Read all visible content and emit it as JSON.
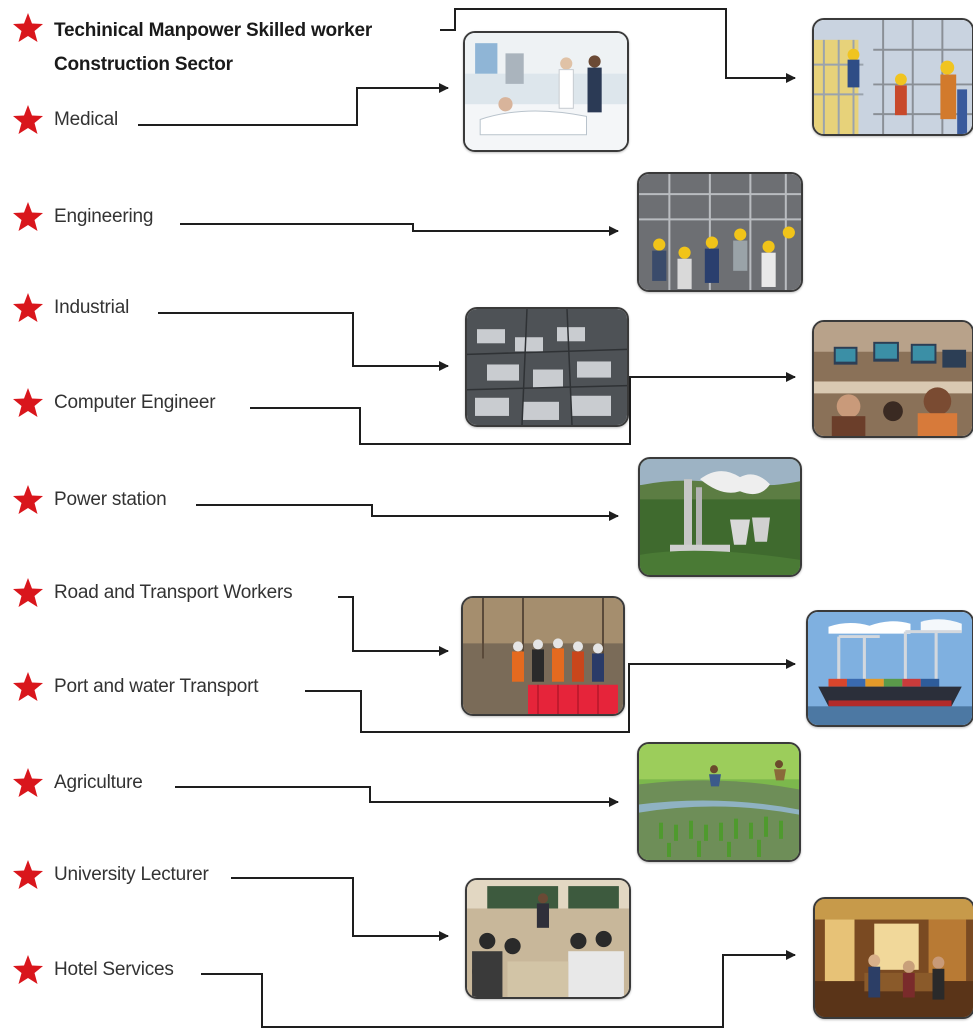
{
  "title": {
    "line1": "Techinical Manpower Skilled worker",
    "line2": "Construction Sector"
  },
  "sectors": [
    {
      "label": "Medical",
      "icon": "hospital-photo"
    },
    {
      "label": "Engineering",
      "icon": "engineering-photo"
    },
    {
      "label": "Industrial",
      "icon": "factory-photo"
    },
    {
      "label": "Computer Engineer",
      "icon": "computer-lab-photo"
    },
    {
      "label": "Power station",
      "icon": "power-plant-photo"
    },
    {
      "label": "Road and Transport Workers",
      "icon": "road-workers-photo"
    },
    {
      "label": "Port and water Transport",
      "icon": "container-port-photo"
    },
    {
      "label": "Agriculture",
      "icon": "rice-field-photo"
    },
    {
      "label": "University Lecturer",
      "icon": "lecture-hall-photo"
    },
    {
      "label": "Hotel Services",
      "icon": "hotel-lobby-photo"
    }
  ],
  "colors": {
    "star": "#d9161c",
    "line": "#1e1e1e",
    "frame": "#3a3a3a"
  }
}
